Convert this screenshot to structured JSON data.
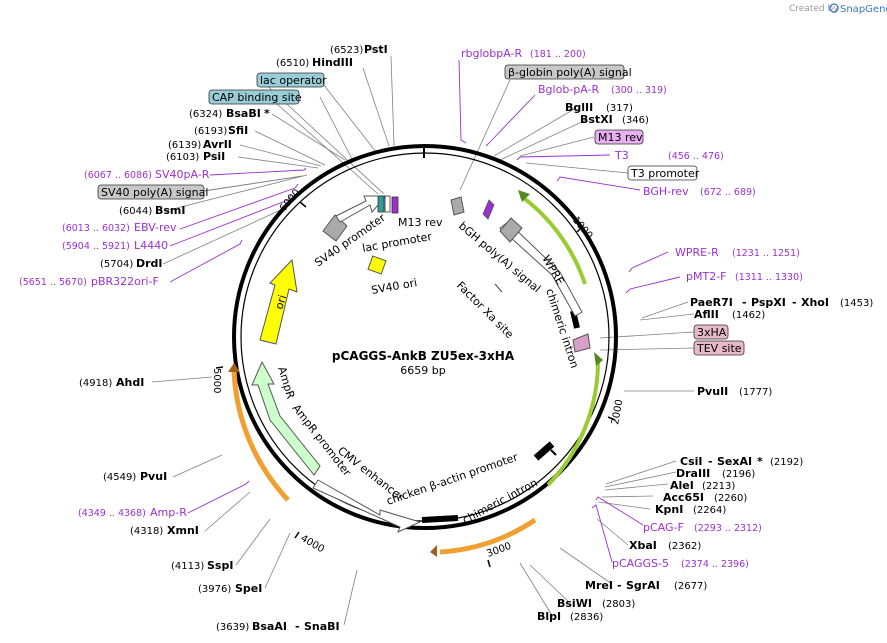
{
  "credit": {
    "text": "Created by",
    "brand": "SnapGene"
  },
  "plasmid": {
    "name": "pCAGGS-AnkB ZU5ex-3xHA",
    "length": "6659 bp"
  },
  "ticks": [
    "1000",
    "2000",
    "3000",
    "4000",
    "5000",
    "6000"
  ],
  "sites": {
    "psti": {
      "pos": "(6523)",
      "name": "PstI"
    },
    "hindiii": {
      "pos": "(6510)",
      "name": "HindIII"
    },
    "bsabi": {
      "pos": "(6324)",
      "name": "BsaBI",
      "star": "*"
    },
    "sfii": {
      "pos": "(6193)",
      "name": "SfiI"
    },
    "avrii": {
      "pos": "(6139)",
      "name": "AvrII"
    },
    "psii": {
      "pos": "(6103)",
      "name": "PsiI"
    },
    "bsmi": {
      "pos": "(6044)",
      "name": "BsmI"
    },
    "drdi": {
      "pos": "(5704)",
      "name": "DrdI"
    },
    "ahdi": {
      "pos": "(4918)",
      "name": "AhdI"
    },
    "pvui": {
      "pos": "(4549)",
      "name": "PvuI"
    },
    "xmni": {
      "pos": "(4318)",
      "name": "XmnI"
    },
    "sspi": {
      "pos": "(4113)",
      "name": "SspI"
    },
    "spei": {
      "pos": "(3976)",
      "name": "SpeI"
    },
    "bsaai": {
      "pos": "(3639)",
      "name": "BsaAI",
      "sep": "-",
      "name2": "SnaBI"
    },
    "blpi": {
      "name": "BlpI",
      "pos": "(2836)"
    },
    "bsiwi": {
      "name": "BsiWI",
      "pos": "(2803)"
    },
    "srgai": {
      "name": "MreI",
      "sep": "-",
      "name2": "SgrAI",
      "pos": "(2677)"
    },
    "xbai": {
      "name": "XbaI",
      "pos": "(2362)"
    },
    "kpni": {
      "name": "KpnI",
      "pos": "(2264)"
    },
    "acc65i": {
      "name": "Acc65I",
      "pos": "(2260)"
    },
    "alei": {
      "name": "AleI",
      "pos": "(2213)"
    },
    "draiii": {
      "name": "DraIII",
      "pos": "(2196)"
    },
    "sexai": {
      "name": "CsiI",
      "sep": "-",
      "name2": "SexAI",
      "star": "*",
      "pos": "(2192)"
    },
    "pvuii": {
      "name": "PvuII",
      "pos": "(1777)"
    },
    "aflii": {
      "name": "AflII",
      "pos": "(1462)"
    },
    "xhoi": {
      "name": "PaeR7I",
      "sep": "-",
      "name2": "PspXI",
      "sep2": "-",
      "name3": "XhoI",
      "pos": "(1453)"
    },
    "bstxi": {
      "name": "BstXI",
      "pos": "(346)"
    },
    "bglii": {
      "name": "BglII",
      "pos": "(317)"
    }
  },
  "primers": {
    "rbglobpa": {
      "name": "rbglobpA-R",
      "pos": "(181 .. 200)"
    },
    "bglobpa": {
      "name": "Bglob-pA-R",
      "pos": "(300 .. 319)"
    },
    "t3": {
      "name": "T3",
      "pos": "(456 .. 476)"
    },
    "bgh": {
      "name": "BGH-rev",
      "pos": "(672 .. 689)"
    },
    "wpre": {
      "name": "WPRE-R",
      "pos": "(1231 .. 1251)"
    },
    "pmt2": {
      "name": "pMT2-F",
      "pos": "(1311 .. 1330)"
    },
    "pcagf": {
      "name": "pCAG-F",
      "pos": "(2293 .. 2312)"
    },
    "pcaggs5": {
      "name": "pCAGGS-5",
      "pos": "(2374 .. 2396)"
    },
    "ampr": {
      "name": "Amp-R",
      "pos": "(4349 .. 4368)"
    },
    "pbr322": {
      "name": "pBR322ori-F",
      "pos": "(5651 .. 5670)"
    },
    "l4440": {
      "name": "L4440",
      "pos": "(5904 .. 5921)"
    },
    "ebv": {
      "name": "EBV-rev",
      "pos": "(6013 .. 6032)"
    },
    "sv40pa": {
      "name": "SV40pA-R",
      "pos": "(6067 .. 6086)"
    }
  },
  "boxes": {
    "lac_operator": "lac operator",
    "cap_site": "CAP binding site",
    "sv40_polya": "SV40 poly(A) signal",
    "bglobin_polya": "β-globin poly(A) signal",
    "m13rev": "M13 rev",
    "t3prom": "T3 promoter",
    "hatag": "3xHA",
    "tev": "TEV site"
  },
  "features": {
    "sv40prom": "SV40 promoter",
    "lacprom": "lac promoter",
    "m13rev": "M13 rev",
    "sv40ori": "SV40 ori",
    "bgh": "bGH poly(A) signal",
    "wpre": "WPRE",
    "factorxa": "Factor Xa site",
    "chimeric1": "chimeric intron",
    "ori": "ori",
    "ampr": "AmpR",
    "amprprom": "AmpR promoter",
    "cmv": "CMV enhancer",
    "actin": "chicken β-actin promoter",
    "chimeric2": "chimeric intron"
  },
  "colors": {
    "primer": "#9b30d0",
    "ori": "#ffff00",
    "ampr": "#ccffcc",
    "cds_green": "#99cc33",
    "orange": "#f0a030",
    "grey_box": "#c8c8c8",
    "teal_box": "#99ccd6",
    "purple_box": "#e8b0f0",
    "pink_box": "#e8b8c8"
  }
}
